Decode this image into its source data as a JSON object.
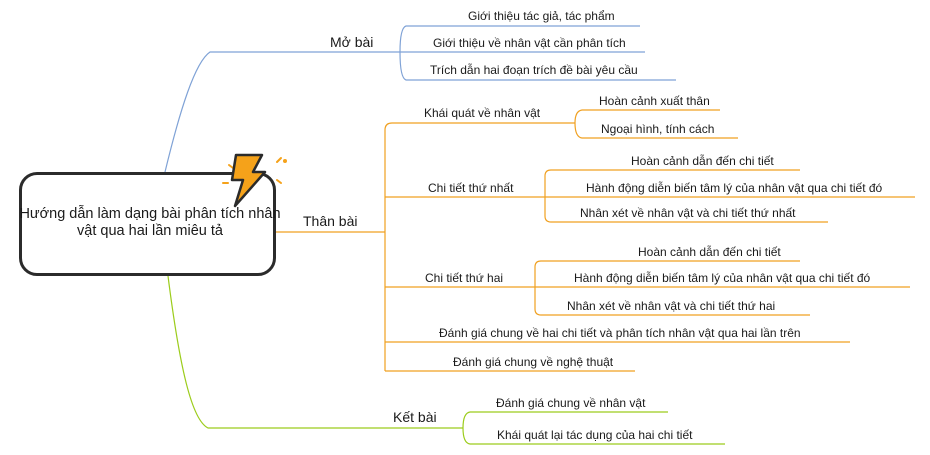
{
  "root": {
    "title": "Hướng dẫn làm dạng bài phân tích nhân vật qua hai lần miêu tả",
    "icon": "lightning-icon"
  },
  "colors": {
    "mo_bai": "#7fa2d6",
    "than_bai": "#f0a020",
    "ket_bai": "#9ccc1c",
    "bolt_fill": "#f5a21a",
    "bolt_outline": "#2b2b2b"
  },
  "mo_bai": {
    "label": "Mở bài",
    "items": [
      "Giới thiệu tác giả, tác phẩm",
      "Giới thiệu về nhân vật cần phân tích",
      "Trích dẫn hai đoạn trích đề bài yêu cầu"
    ]
  },
  "than_bai": {
    "label": "Thân bài",
    "khai_quat": {
      "label": "Khái quát về nhân vật",
      "items": [
        "Hoàn cảnh xuất thân",
        "Ngoại hình, tính cách"
      ]
    },
    "chi_tiet_1": {
      "label": "Chi tiết thứ nhất",
      "items": [
        "Hoàn cảnh dẫn đến chi tiết",
        "Hành động diễn biến tâm lý của nhân vật qua chi tiết đó",
        "Nhân xét về nhân vật và chi tiết thứ nhất"
      ]
    },
    "chi_tiet_2": {
      "label": "Chi tiết thứ hai",
      "items": [
        "Hoàn cảnh dẫn đến chi tiết",
        "Hành động diễn biến tâm lý của nhân vật qua chi tiết đó",
        "Nhân xét về nhân vật và chi tiết thứ hai"
      ]
    },
    "danh_gia_chung": "Đánh giá chung về hai chi tiết và phân tích nhân vật qua hai lần trên",
    "danh_gia_nghe_thuat": "Đánh giá chung về nghệ thuật"
  },
  "ket_bai": {
    "label": "Kết bài",
    "items": [
      "Đánh giá chung về nhân vật",
      "Khái quát lại tác dụng của hai chi tiết"
    ]
  }
}
